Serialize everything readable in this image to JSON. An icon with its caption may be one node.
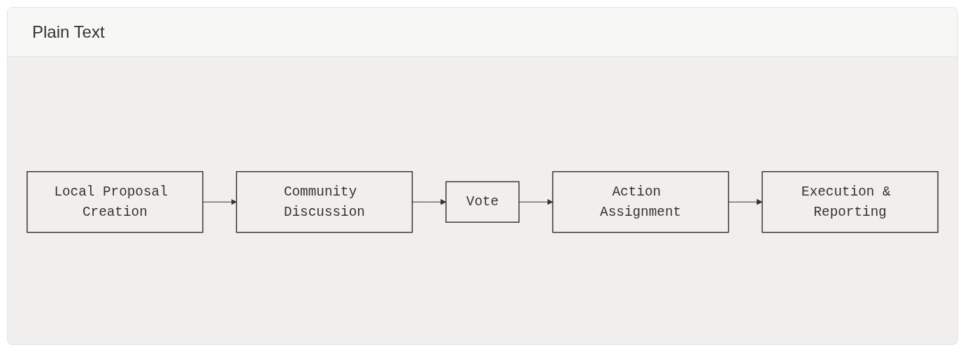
{
  "diagram": {
    "title": "Plain Text",
    "nodes": [
      {
        "text": [
          "Local Proposal Creation"
        ]
      },
      {
        "text": [
          "Community Discussion"
        ]
      },
      {
        "text": [
          "Vote"
        ]
      },
      {
        "text": [
          "Action Assignment"
        ]
      },
      {
        "text": [
          "Execution & Reporting"
        ]
      }
    ],
    "edges": [
      {
        "from": 0,
        "to": 1,
        "arrow": "to"
      },
      {
        "from": 1,
        "to": 2,
        "arrow": "to"
      },
      {
        "from": 2,
        "to": 3,
        "arrow": "to"
      },
      {
        "from": 3,
        "to": 4,
        "arrow": "to"
      }
    ]
  }
}
